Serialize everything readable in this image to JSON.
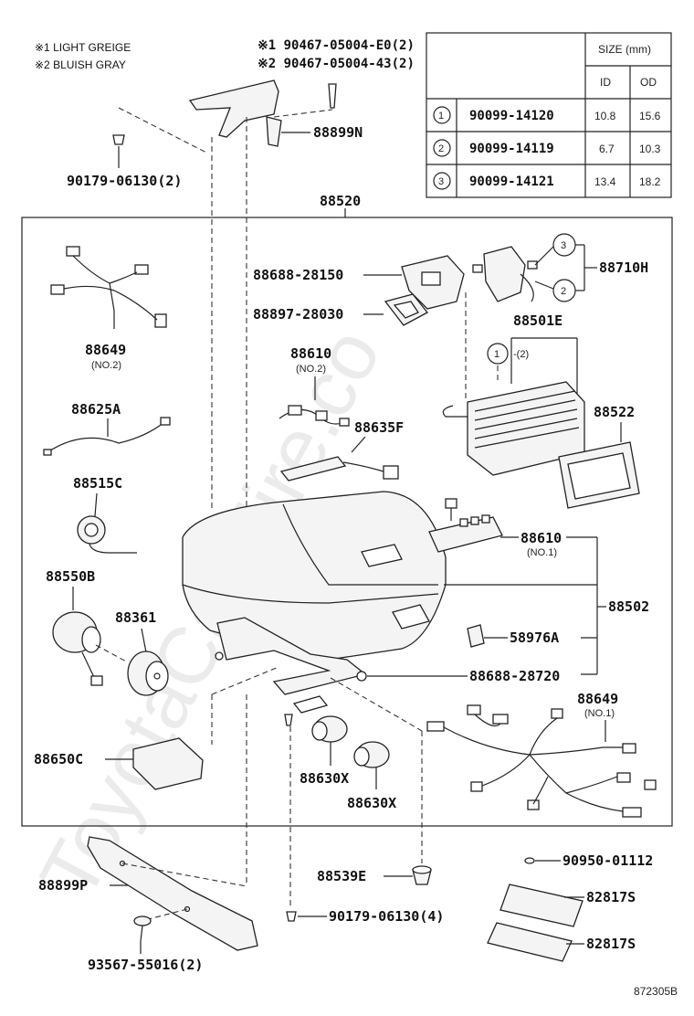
{
  "notes": {
    "note1": "※1 LIGHT GREIGE",
    "note2": "※2 BLUISH GRAY"
  },
  "screws": {
    "s1": "※1 90467-05004-E0(2)",
    "s2": "※2 90467-05004-43(2)"
  },
  "size_table": {
    "header": "SIZE (mm)",
    "col_id": "ID",
    "col_od": "OD",
    "rows": [
      {
        "num": "1",
        "part": "90099-14120",
        "id": "10.8",
        "od": "15.6"
      },
      {
        "num": "2",
        "part": "90099-14119",
        "id": "6.7",
        "od": "10.3"
      },
      {
        "num": "3",
        "part": "90099-14121",
        "id": "13.4",
        "od": "18.2"
      }
    ]
  },
  "labels": {
    "p88899N": "88899N",
    "p90179_2": "90179-06130(2)",
    "p88520": "88520",
    "p88688_28150": "88688-28150",
    "p88897": "88897-28030",
    "p88710H": "88710H",
    "c3": "3",
    "c2": "2",
    "p88501E": "88501E",
    "c1": "1",
    "c1_qty": "-(2)",
    "p88649_2": "88649",
    "p88649_2_sub": "(NO.2)",
    "p88610_2": "88610",
    "p88610_2_sub": "(NO.2)",
    "p88625A": "88625A",
    "p88635F": "88635F",
    "p88522": "88522",
    "p88515C": "88515C",
    "p88610_1": "88610",
    "p88610_1_sub": "(NO.1)",
    "p88550B": "88550B",
    "p88361": "88361",
    "p88502": "88502",
    "p58976A": "58976A",
    "p88688_28720": "88688-28720",
    "p88649_1": "88649",
    "p88649_1_sub": "(NO.1)",
    "p88650C": "88650C",
    "p88630X_a": "88630X",
    "p88630X_b": "88630X",
    "p88539E": "88539E",
    "p90950": "90950-01112",
    "p88899P": "88899P",
    "p82817S_a": "82817S",
    "p82817S_b": "82817S",
    "p90179_4": "90179-06130(4)",
    "p93567": "93567-55016(2)",
    "diagram_id": "872305B"
  },
  "watermark": "ToyotaCarMire.co"
}
